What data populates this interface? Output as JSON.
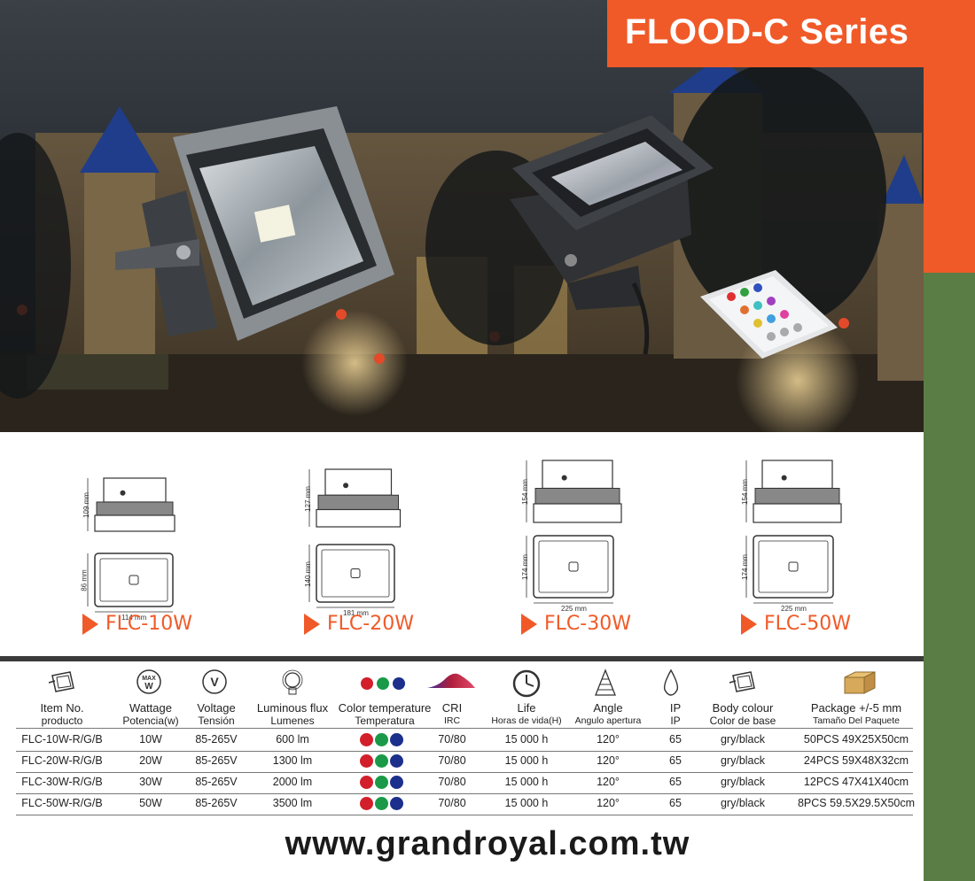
{
  "header": {
    "title": "FLOOD-C Series"
  },
  "products": [
    {
      "model": "FLC-10W",
      "side_height": "109 mm",
      "front_height": "86 mm",
      "front_width": "114 mm"
    },
    {
      "model": "FLC-20W",
      "side_height": "127 mm",
      "front_height": "140 mm",
      "front_width": "181 mm"
    },
    {
      "model": "FLC-30W",
      "side_height": "154 mm",
      "front_height": "174 mm",
      "front_width": "225 mm"
    },
    {
      "model": "FLC-50W",
      "side_height": "154 mm",
      "front_height": "174 mm",
      "front_width": "225 mm"
    }
  ],
  "spec_table": {
    "headers": [
      {
        "icon": "flood-light-icon",
        "l1": "Item No.",
        "l2": "producto"
      },
      {
        "icon": "max-wattage-icon",
        "l1": "Wattage",
        "l2": "Potencia(w)"
      },
      {
        "icon": "voltage-icon",
        "l1": "Voltage",
        "l2": "Tensión"
      },
      {
        "icon": "bulb-icon",
        "l1": "Luminous flux",
        "l2": "Lumenes"
      },
      {
        "icon": "rgb-dots-icon",
        "l1": "Color temperature",
        "l2": "Temperatura"
      },
      {
        "icon": "spectrum-icon",
        "l1": "CRI",
        "l2": "IRC"
      },
      {
        "icon": "clock-icon",
        "l1": "Life",
        "l2": "Horas de vida(H)"
      },
      {
        "icon": "beam-angle-icon",
        "l1": "Angle",
        "l2": "Angulo apertura"
      },
      {
        "icon": "water-drop-icon",
        "l1": "IP",
        "l2": "IP"
      },
      {
        "icon": "flood-light-icon",
        "l1": "Body colour",
        "l2": "Color de base"
      },
      {
        "icon": "package-box-icon",
        "l1": "Package   +/-5 mm",
        "l2": "Tamaño Del Paquete"
      }
    ],
    "rows": [
      {
        "item": "FLC-10W-R/G/B",
        "wattage": "10W",
        "voltage": "85-265V",
        "lumen": "600 lm",
        "cri": "70/80",
        "life": "15 000 h",
        "angle": "120°",
        "ip": "65",
        "body": "gry/black",
        "package": "50PCS  49X25X50cm"
      },
      {
        "item": "FLC-20W-R/G/B",
        "wattage": "20W",
        "voltage": "85-265V",
        "lumen": "1300 lm",
        "cri": "70/80",
        "life": "15 000 h",
        "angle": "120°",
        "ip": "65",
        "body": "gry/black",
        "package": "24PCS  59X48X32cm"
      },
      {
        "item": "FLC-30W-R/G/B",
        "wattage": "30W",
        "voltage": "85-265V",
        "lumen": "2000 lm",
        "cri": "70/80",
        "life": "15 000 h",
        "angle": "120°",
        "ip": "65",
        "body": "gry/black",
        "package": "12PCS  47X41X40cm"
      },
      {
        "item": "FLC-50W-R/G/B",
        "wattage": "50W",
        "voltage": "85-265V",
        "lumen": "3500 lm",
        "cri": "70/80",
        "life": "15 000 h",
        "angle": "120°",
        "ip": "65",
        "body": "gry/black",
        "package": "8PCS  59.5X29.5X50cm"
      }
    ],
    "color_dots": [
      "#d21f2b",
      "#1a9a48",
      "#1c2f8c"
    ]
  },
  "footer": {
    "url": "www.grandroyal.com.tw"
  },
  "colors": {
    "accent": "#f05a28",
    "green_strip": "#5a7d45"
  }
}
